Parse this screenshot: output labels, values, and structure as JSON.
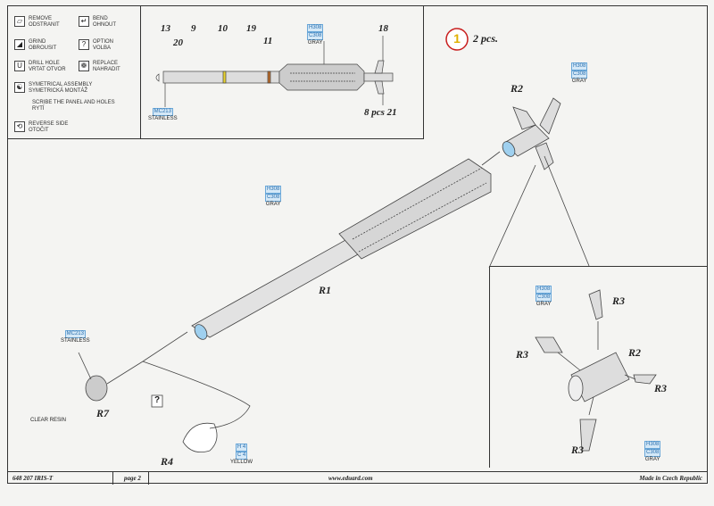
{
  "legend": [
    {
      "icon": "remove-icon",
      "glyph": "▱",
      "lines": [
        "REMOVE",
        "ODSTRANIT"
      ]
    },
    {
      "icon": "bend-icon",
      "glyph": "↵",
      "lines": [
        "BEND",
        "OHNOUT"
      ]
    },
    {
      "icon": "grind-icon",
      "glyph": "◢",
      "lines": [
        "GRIND",
        "OBROUSIT"
      ]
    },
    {
      "icon": "option-icon",
      "glyph": "?",
      "lines": [
        "OPTION",
        "VOLBA"
      ]
    },
    {
      "icon": "drill-hole-icon",
      "glyph": "U",
      "lines": [
        "DRILL HOLE",
        "VRTAT OTVOR"
      ]
    },
    {
      "icon": "replace-icon",
      "glyph": "❁",
      "lines": [
        "REPLACE",
        "NAHRADIT"
      ]
    },
    {
      "icon": "symmetrical-icon",
      "glyph": "☯",
      "lines": [
        "SYMETRICAL ASSEMBLY",
        "SYMETRICKÁ MONTÁŽ"
      ]
    },
    {
      "icon": "scribe-icon",
      "glyph": "",
      "lines": [
        "SCRIBE THE PANEL AND HOLES",
        "RYTÍ"
      ]
    },
    {
      "icon": "reverse-side-icon",
      "glyph": "⟲",
      "lines": [
        "REVERSE SIDE",
        "OTOČIT"
      ]
    }
  ],
  "top_diagram": {
    "callouts": [
      "13",
      "20",
      "9",
      "10",
      "19",
      "11",
      "18",
      "8 pcs 21"
    ],
    "paint_gray": {
      "codes": [
        "H308",
        "C308"
      ],
      "name": "GRAY"
    },
    "paint_steel": {
      "codes": [
        "MC213"
      ],
      "name": "STAINLESS"
    }
  },
  "step": {
    "number": "1",
    "qty": "2 pcs."
  },
  "parts": {
    "r1": "R1",
    "r2": "R2",
    "r3": "R3",
    "r4": "R4",
    "r7": "R7"
  },
  "paints": {
    "gray": {
      "codes": [
        "H308",
        "C308"
      ],
      "name": "GRAY"
    },
    "stainless": {
      "codes": [
        "MC213"
      ],
      "name": "STAINLESS"
    },
    "yellow": {
      "codes": [
        "H 4",
        "C 4"
      ],
      "name": "YELLOW"
    },
    "clear": "CLEAR RESIN"
  },
  "option_glyph": "?",
  "footer": {
    "kit": "648 207 IRIS-T",
    "page": "page 2",
    "url": "www.eduard.com",
    "made": "Made in Czech Republic"
  }
}
